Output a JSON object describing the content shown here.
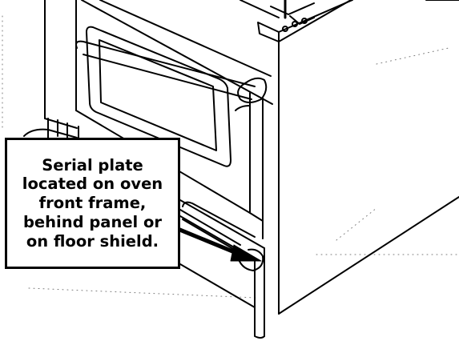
{
  "callout": {
    "lines": [
      "Serial plate",
      "located on oven",
      "front frame,",
      "behind panel or",
      "on floor shield."
    ]
  },
  "colors": {
    "line": "#000000",
    "background": "#ffffff",
    "dotted_guides": "#7a7a7a"
  }
}
